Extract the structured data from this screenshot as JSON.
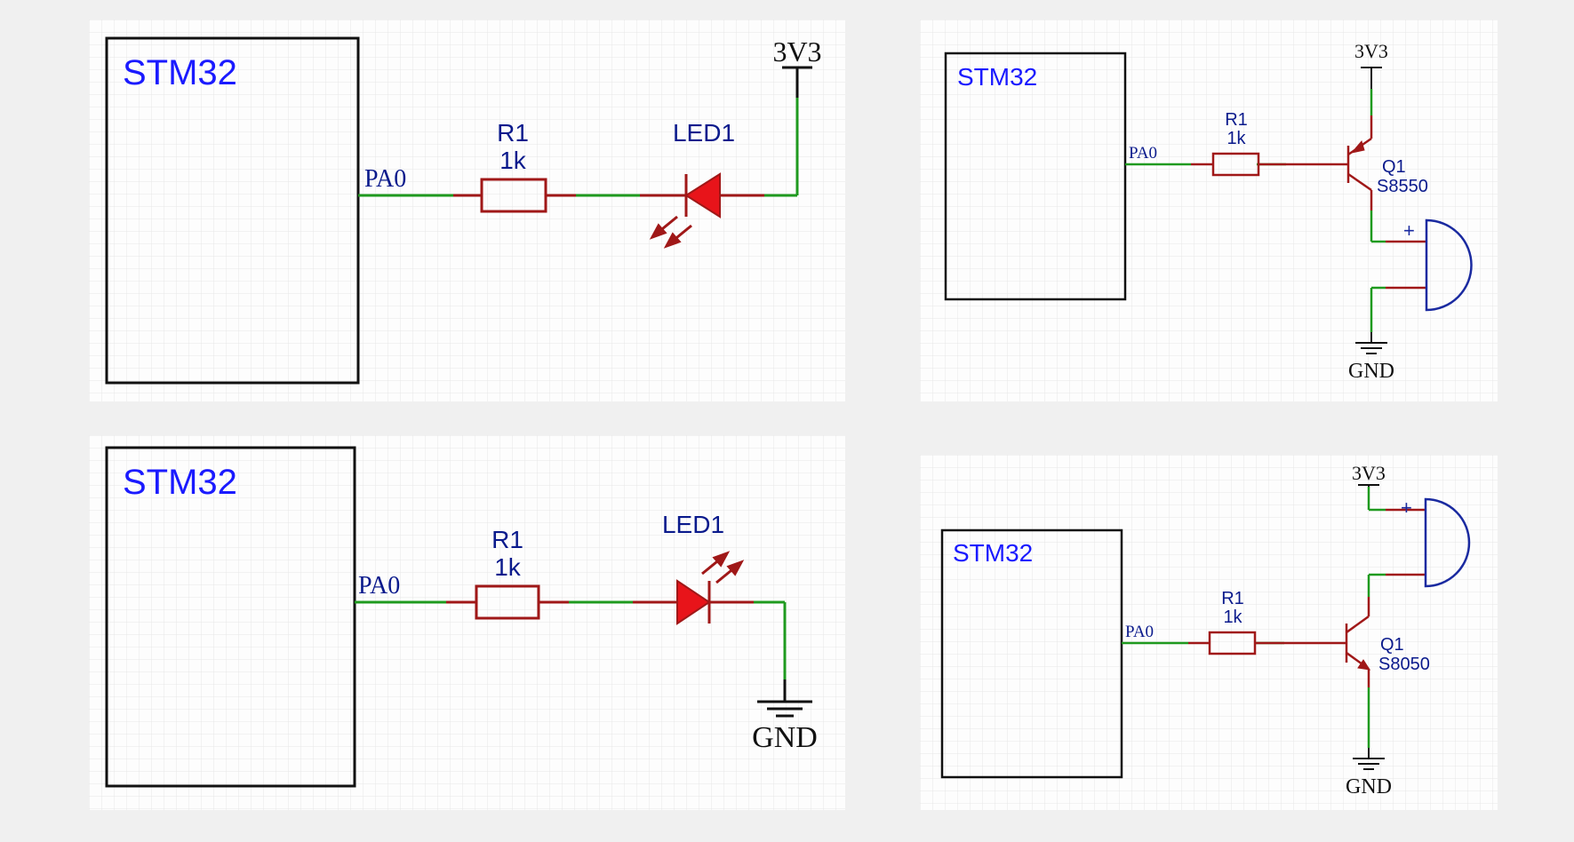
{
  "colors": {
    "background": "#f0f0f0",
    "sheet": "#fdfdfd",
    "grid": "#e6e6e6",
    "wire": "#1f9a1f",
    "part": "#a01818",
    "led_fill": "#e8141a",
    "mcu_label": "#1a1aff",
    "designator": "#0a1a8c",
    "net": "#111111"
  },
  "diagrams": [
    {
      "title": "LED to 3V3",
      "mcu_label": "STM32",
      "pin": "PA0",
      "resistor": {
        "ref": "R1",
        "value": "1k"
      },
      "led": {
        "ref": "LED1"
      },
      "power": "3V3"
    },
    {
      "title": "Buzzer PNP",
      "mcu_label": "STM32",
      "pin": "PA0",
      "resistor": {
        "ref": "R1",
        "value": "1k"
      },
      "transistor": {
        "ref": "Q1",
        "value": "S8550"
      },
      "buzzer_plus": "+",
      "power": "3V3",
      "ground": "GND"
    },
    {
      "title": "LED to GND",
      "mcu_label": "STM32",
      "pin": "PA0",
      "resistor": {
        "ref": "R1",
        "value": "1k"
      },
      "led": {
        "ref": "LED1"
      },
      "ground": "GND"
    },
    {
      "title": "Buzzer NPN",
      "mcu_label": "STM32",
      "pin": "PA0",
      "resistor": {
        "ref": "R1",
        "value": "1k"
      },
      "transistor": {
        "ref": "Q1",
        "value": "S8050"
      },
      "buzzer_plus": "+",
      "power": "3V3",
      "ground": "GND"
    }
  ]
}
